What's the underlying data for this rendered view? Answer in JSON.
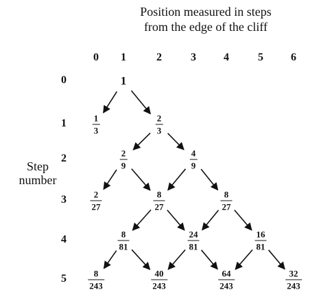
{
  "header": {
    "line1": "Position measured in steps",
    "line2": "from the edge of the cliff"
  },
  "positions": [
    "0",
    "1",
    "2",
    "3",
    "4",
    "5",
    "6"
  ],
  "steps": [
    "0",
    "1",
    "2",
    "3",
    "4",
    "5"
  ],
  "side_label": {
    "line1": "Step",
    "line2": "number"
  },
  "nodes": [
    {
      "step": 0,
      "pos": 1,
      "text": "1"
    },
    {
      "step": 1,
      "pos": 0,
      "num": "1",
      "den": "3"
    },
    {
      "step": 1,
      "pos": 2,
      "num": "2",
      "den": "3"
    },
    {
      "step": 2,
      "pos": 1,
      "num": "2",
      "den": "9"
    },
    {
      "step": 2,
      "pos": 3,
      "num": "4",
      "den": "9"
    },
    {
      "step": 3,
      "pos": 0,
      "num": "2",
      "den": "27"
    },
    {
      "step": 3,
      "pos": 2,
      "num": "8",
      "den": "27"
    },
    {
      "step": 3,
      "pos": 4,
      "num": "8",
      "den": "27"
    },
    {
      "step": 4,
      "pos": 1,
      "num": "8",
      "den": "81"
    },
    {
      "step": 4,
      "pos": 3,
      "num": "24",
      "den": "81"
    },
    {
      "step": 4,
      "pos": 5,
      "num": "16",
      "den": "81"
    },
    {
      "step": 5,
      "pos": 0,
      "num": "8",
      "den": "243"
    },
    {
      "step": 5,
      "pos": 2,
      "num": "40",
      "den": "243"
    },
    {
      "step": 5,
      "pos": 4,
      "num": "64",
      "den": "243"
    },
    {
      "step": 5,
      "pos": 6,
      "num": "32",
      "den": "243"
    }
  ],
  "edges": [
    [
      0,
      1,
      1,
      0
    ],
    [
      0,
      1,
      1,
      2
    ],
    [
      1,
      2,
      2,
      1
    ],
    [
      1,
      2,
      2,
      3
    ],
    [
      2,
      1,
      3,
      0
    ],
    [
      2,
      1,
      3,
      2
    ],
    [
      2,
      3,
      3,
      2
    ],
    [
      2,
      3,
      3,
      4
    ],
    [
      3,
      2,
      4,
      1
    ],
    [
      3,
      2,
      4,
      3
    ],
    [
      3,
      4,
      4,
      3
    ],
    [
      3,
      4,
      4,
      5
    ],
    [
      4,
      1,
      5,
      0
    ],
    [
      4,
      1,
      5,
      2
    ],
    [
      4,
      3,
      5,
      2
    ],
    [
      4,
      3,
      5,
      4
    ],
    [
      4,
      5,
      5,
      4
    ],
    [
      4,
      5,
      5,
      6
    ]
  ]
}
